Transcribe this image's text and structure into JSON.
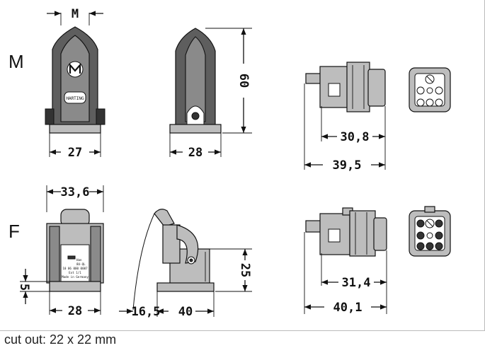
{
  "rows": {
    "top": "M",
    "bottom": "F"
  },
  "dimensions": {
    "m_width": "M",
    "m_front_width": "27",
    "m_side_width": "28",
    "m_height": "60",
    "m_insert_short": "30,8",
    "m_insert_long": "39,5",
    "f_top_width": "33,6",
    "f_front_width": "28",
    "f_left_offset": "5",
    "f_side_offset": "16,5",
    "f_side_width": "40",
    "f_height": "25",
    "f_insert_short": "31,4",
    "f_insert_long": "40,1"
  },
  "label_lines": [
    "Han",
    "8U-QL",
    "10 06 000 0007",
    "Ext 1/1",
    "Made in Germany"
  ],
  "logo_text": "HARTING",
  "caption": "cut out: 22 x 22 mm"
}
